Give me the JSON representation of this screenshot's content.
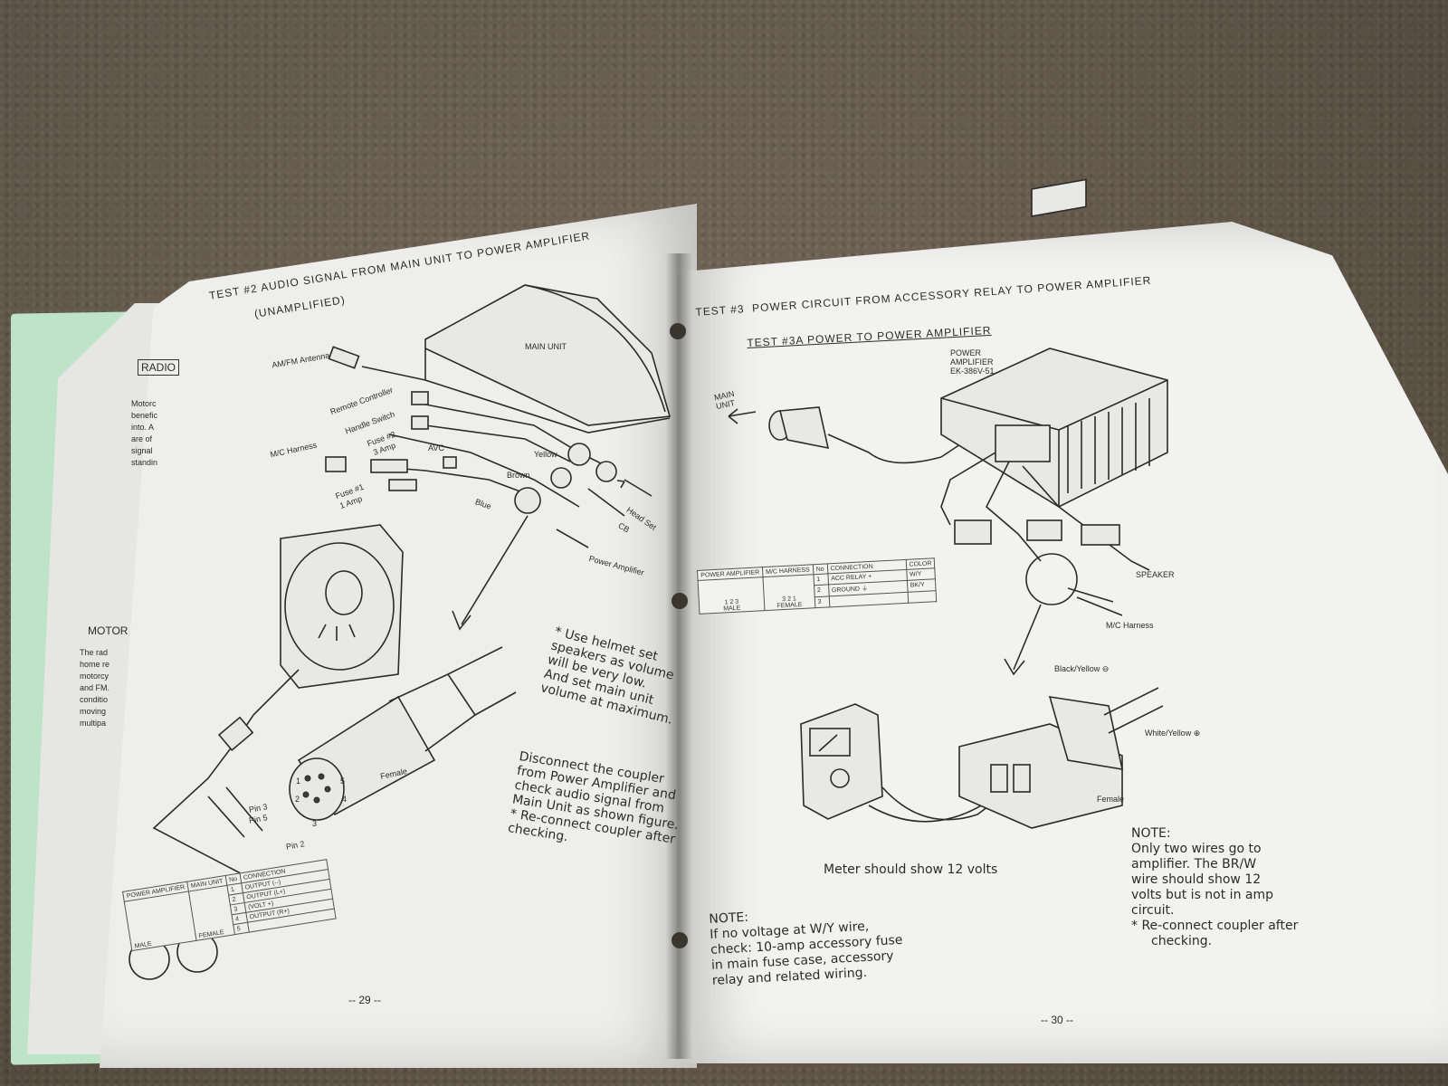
{
  "left_page": {
    "test_title": "TEST #2",
    "heading_line1": "AUDIO SIGNAL FROM MAIN UNIT TO POWER AMPLIFIER",
    "heading_line2": "(UNAMPLIFIED)",
    "labels": {
      "main_unit": "MAIN UNIT",
      "antenna": "AM/FM Antenna",
      "remote_controller": "Remote Controller",
      "handle_switch": "Handle Switch",
      "mc_harness": "M/C Harness",
      "fuse2": "Fuse #2",
      "fuse2_amp": "3 Amp",
      "avc": "AVC",
      "yellow": "Yellow",
      "brown": "Brown",
      "blue": "Blue",
      "fuse1": "Fuse #1",
      "fuse1_amp": "1 Amp",
      "head_set": "Head Set",
      "cb": "CB",
      "power_amplifier": "Power Amplifier",
      "female": "Female",
      "pin3": "Pin 3",
      "pin5": "Pin 5",
      "pin2": "Pin 2",
      "pin_num_1": "1",
      "pin_num_2": "2",
      "pin_num_3": "3",
      "pin_num_4": "4",
      "pin_num_5": "5"
    },
    "helmet_note": [
      "* Use helmet set",
      "speakers as volume",
      "will be very low.",
      "And set main unit",
      "volume at maximum."
    ],
    "coupler_note": [
      "Disconnect the coupler",
      "from Power Amplifier and",
      "check audio signal from",
      "Main Unit as shown figure.",
      "* Re-connect coupler after",
      "checking."
    ],
    "table": {
      "headers": [
        "POWER AMPLIFIER",
        "MAIN UNIT",
        "No",
        "CONNECTION"
      ],
      "rows": [
        {
          "no": "1",
          "connection": "OUTPUT (--)"
        },
        {
          "no": "2",
          "connection": "OUTPUT (L+)"
        },
        {
          "no": "3",
          "connection": "(VOLT +)"
        },
        {
          "no": "4",
          "connection": "OUTPUT (R+)"
        },
        {
          "no": "5",
          "connection": ""
        }
      ],
      "male": "MALE",
      "female": "FEMALE"
    },
    "page_number": "-- 29 --",
    "side_text": {
      "radio": "RADIO",
      "motor_heading": "MOTOR",
      "para1": [
        "Motorc",
        "benefic",
        "into. A",
        "are of",
        "signal",
        "standin"
      ],
      "para2": [
        "The rad",
        "home re",
        "motorcy",
        "and FM.",
        "conditio",
        "moving",
        "multipa"
      ]
    }
  },
  "right_page": {
    "test_title": "TEST #3",
    "heading": "POWER CIRCUIT FROM ACCESSORY RELAY TO POWER AMPLIFIER",
    "subheading": "TEST #3A   POWER TO POWER AMPLIFIER",
    "labels": {
      "power_amplifier": [
        "POWER",
        "AMPLIFIER",
        "EK-386V-51"
      ],
      "main_unit": [
        "MAIN",
        "UNIT"
      ],
      "speaker": "SPEAKER",
      "mc_harness": "M/C Harness",
      "black_yellow": "Black/Yellow ⊖",
      "white_yellow": "White/Yellow ⊕",
      "female": "Female"
    },
    "table": {
      "headers": [
        "POWER AMPLIFIER",
        "M/C HARNESS",
        "No",
        "CONNECTION",
        "COLOR"
      ],
      "rows": [
        {
          "no": "1",
          "connection": "ACC RELAY +",
          "color": "W/Y"
        },
        {
          "no": "2",
          "connection": "GROUND ⏚",
          "color": "BK/Y"
        },
        {
          "no": "3",
          "connection": "",
          "color": ""
        }
      ],
      "male": "MALE",
      "female": "FEMALE",
      "male_pins": "1 2 3",
      "female_pins": "3 2 1"
    },
    "meter_caption": "Meter should show 12 volts",
    "note_left": [
      "NOTE:",
      "If no voltage at W/Y wire,",
      "check: 10-amp accessory fuse",
      "in main fuse case, accessory",
      "relay and related wiring."
    ],
    "note_right": [
      "NOTE:",
      "Only two wires go to",
      "amplifier.  The BR/W",
      "wire should show 12",
      "volts but is not in amp",
      "circuit.",
      "* Re-connect coupler after",
      "checking."
    ],
    "page_number": "-- 30 --"
  }
}
